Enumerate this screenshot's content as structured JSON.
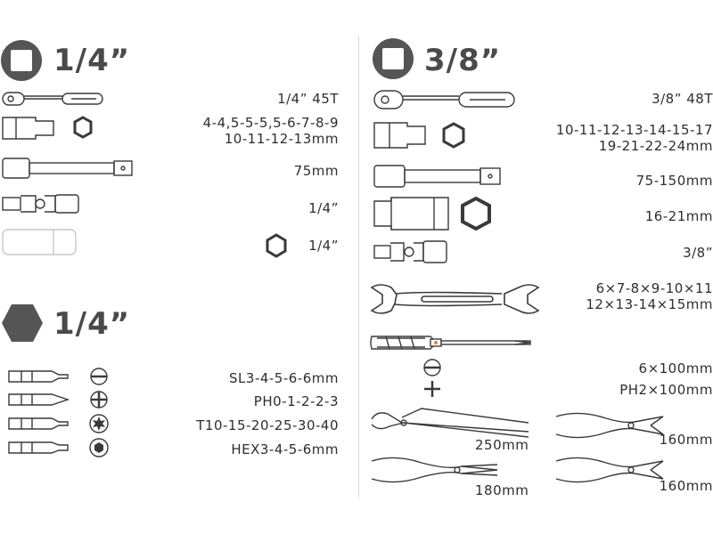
{
  "left": {
    "header1": "1/4”",
    "header2": "1/4”",
    "labels": {
      "ratchet": "1/4” 45T",
      "sockets_line1": "4-4,5-5-5,5-6-7-8-9",
      "sockets_line2": "10-11-12-13mm",
      "extension": "75mm",
      "ujoint": "1/4”",
      "adapter": "1/4”",
      "bits_slotted": "SL3-4-5-6-6mm",
      "bits_phillips": "PH0-1-2-2-3",
      "bits_torx": "T10-15-20-25-30-40",
      "bits_hex": "HEX3-4-5-6mm"
    }
  },
  "right": {
    "header": "3/8”",
    "labels": {
      "ratchet": "3/8” 48T",
      "sockets_line1": "10-11-12-13-14-15-17",
      "sockets_line2": "19-21-22-24mm",
      "extension": "75-150mm",
      "spark_socket": "16-21mm",
      "ujoint": "3/8”",
      "wrench_line1": "6×7-8×9-10×11",
      "wrench_line2": "12×13-14×15mm",
      "screwdriver_slotted": "6×100mm",
      "screwdriver_phillips": "PH2×100mm",
      "pliers_water_pump": "250mm",
      "pliers_combination": "180mm",
      "pliers_side_cutter_1": "160mm",
      "pliers_side_cutter_2": "160mm"
    }
  },
  "colors": {
    "icon_fill": "#555555",
    "text": "#2e2e2e",
    "outline": "#3a3a3a",
    "handle_orange": "#e08a2a"
  }
}
